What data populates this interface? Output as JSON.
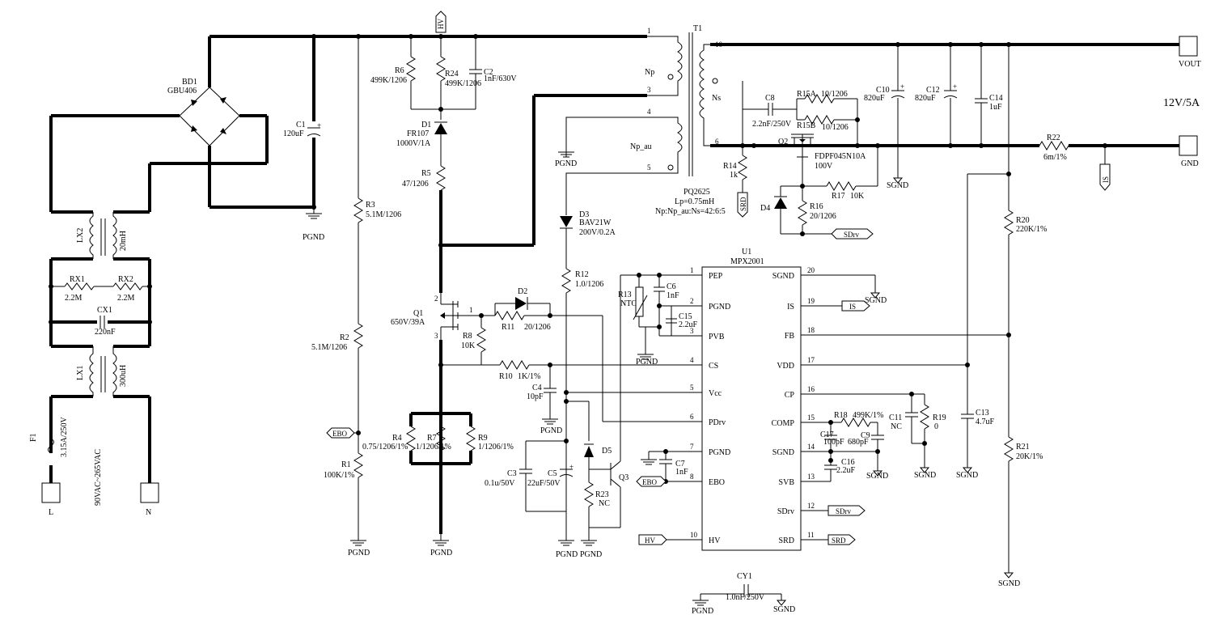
{
  "spec": "12V/5A",
  "ports": {
    "vout": "VOUT",
    "gnd": "GND",
    "l": "L",
    "n": "N",
    "hv": "HV",
    "ebo": "EBO",
    "is": "IS",
    "srd": "SRD",
    "sdrv": "SDrv"
  },
  "input": {
    "fuse": {
      "ref": "F1",
      "value": "3.15A/250V"
    },
    "range": "90VAC~265VAC",
    "lx1": {
      "ref": "LX1",
      "value": "300uH"
    },
    "lx2": {
      "ref": "LX2",
      "value": "20mH"
    },
    "cx1": {
      "ref": "CX1",
      "value": "220nF"
    },
    "rx1": {
      "ref": "RX1",
      "value": "2.2M"
    },
    "rx2": {
      "ref": "RX2",
      "value": "2.2M"
    },
    "bd1": {
      "ref": "BD1",
      "value": "GBU406"
    },
    "c1": {
      "ref": "C1",
      "value": "120uF"
    }
  },
  "primary": {
    "r3": {
      "ref": "R3",
      "value": "5.1M/1206"
    },
    "r2": {
      "ref": "R2",
      "value": "5.1M/1206"
    },
    "r1": {
      "ref": "R1",
      "value": "100K/1%"
    },
    "r6": {
      "ref": "R6",
      "value": "499K/1206"
    },
    "r24": {
      "ref": "R24",
      "value": "499K/1206"
    },
    "c2": {
      "ref": "C2",
      "value": "1nF/630V"
    },
    "d1": {
      "ref": "D1",
      "part": "FR107",
      "value": "1000V/1A"
    },
    "r5": {
      "ref": "R5",
      "value": "47/1206"
    },
    "q1": {
      "ref": "Q1",
      "value": "650V/39A",
      "pin1": "1",
      "pin2": "2",
      "pin3": "3"
    },
    "d2": {
      "ref": "D2"
    },
    "r11": {
      "ref": "R11",
      "value": "20/1206"
    },
    "r8": {
      "ref": "R8",
      "value": "10K"
    },
    "r10": {
      "ref": "R10",
      "value": "1K/1%"
    },
    "c4": {
      "ref": "C4",
      "value": "10pF"
    },
    "r4": {
      "ref": "R4",
      "value": "0.75/1206/1%"
    },
    "r7": {
      "ref": "R7",
      "value": "1/1206/1%"
    },
    "r9": {
      "ref": "R9",
      "value": "1/1206/1%"
    },
    "d3": {
      "ref": "D3",
      "part": "BAV21W",
      "value": "200V/0.2A"
    },
    "r12": {
      "ref": "R12",
      "value": "1.0/1206"
    },
    "d5": {
      "ref": "D5"
    },
    "c3": {
      "ref": "C3",
      "value": "0.1u/50V"
    },
    "c5": {
      "ref": "C5",
      "value": "22uF/50V"
    },
    "r23": {
      "ref": "R23",
      "value": "NC"
    },
    "q3": {
      "ref": "Q3"
    }
  },
  "transformer": {
    "ref": "T1",
    "windings": [
      "Np",
      "Np_au",
      "Ns"
    ],
    "pins": [
      "1",
      "3",
      "4",
      "5",
      "10",
      "6"
    ],
    "core": "PQ2625",
    "lp": "Lp=0.75mH",
    "ratio": "Np:Np_au:Ns=42:6:5"
  },
  "secondary": {
    "c8": {
      "ref": "C8",
      "value": "2.2nF/250V"
    },
    "r15a": {
      "ref": "R15A",
      "value": "10/1206"
    },
    "r15b": {
      "ref": "R15B",
      "value": "10/1206"
    },
    "q2": {
      "ref": "Q2",
      "part": "FDPF045N10A",
      "value": "100V"
    },
    "r14": {
      "ref": "R14",
      "value": "1k"
    },
    "r17": {
      "ref": "R17",
      "value": "10K"
    },
    "r16": {
      "ref": "R16",
      "value": "20/1206"
    },
    "d4": {
      "ref": "D4"
    },
    "c10": {
      "ref": "C10",
      "value": "820uF"
    },
    "c12": {
      "ref": "C12",
      "value": "820uF"
    },
    "c14": {
      "ref": "C14",
      "value": "1uF"
    },
    "r22": {
      "ref": "R22",
      "value": "6m/1%"
    },
    "r20": {
      "ref": "R20",
      "value": "220K/1%"
    },
    "r21": {
      "ref": "R21",
      "value": "20K/1%"
    },
    "c13": {
      "ref": "C13",
      "value": "4.7uF"
    }
  },
  "ic": {
    "ref": "U1",
    "part": "MPX2001",
    "left_pins": [
      {
        "num": "1",
        "name": "PEP"
      },
      {
        "num": "2",
        "name": "PGND"
      },
      {
        "num": "3",
        "name": "PVB"
      },
      {
        "num": "4",
        "name": "CS"
      },
      {
        "num": "5",
        "name": "Vcc"
      },
      {
        "num": "6",
        "name": "PDrv"
      },
      {
        "num": "7",
        "name": "PGND"
      },
      {
        "num": "8",
        "name": "EBO"
      },
      {
        "num": "10",
        "name": "HV"
      }
    ],
    "right_pins": [
      {
        "num": "20",
        "name": "SGND"
      },
      {
        "num": "19",
        "name": "IS"
      },
      {
        "num": "18",
        "name": "FB"
      },
      {
        "num": "17",
        "name": "VDD"
      },
      {
        "num": "16",
        "name": "CP"
      },
      {
        "num": "15",
        "name": "COMP"
      },
      {
        "num": "14",
        "name": "SGND"
      },
      {
        "num": "13",
        "name": "SVB"
      },
      {
        "num": "12",
        "name": "SDrv"
      },
      {
        "num": "11",
        "name": "SRD"
      }
    ]
  },
  "ic_parts": {
    "r13": {
      "ref": "R13",
      "value": "NTC"
    },
    "c6": {
      "ref": "C6",
      "value": "1nF"
    },
    "c15": {
      "ref": "C15",
      "value": "2.2uF"
    },
    "c7": {
      "ref": "C7",
      "value": "1nF"
    },
    "r18": {
      "ref": "R18",
      "value": "499K/1%"
    },
    "c17": {
      "ref": "C17",
      "value": "100pF"
    },
    "c9": {
      "ref": "C9",
      "value": "680pF"
    },
    "c11": {
      "ref": "C11",
      "value": "NC"
    },
    "r19": {
      "ref": "R19",
      "value": "0"
    },
    "c16": {
      "ref": "C16",
      "value": "2.2uF"
    }
  },
  "cy1": {
    "ref": "CY1",
    "value": "1.0nF/250V"
  },
  "grounds": {
    "pgnd": "PGND",
    "sgnd": "SGND"
  }
}
